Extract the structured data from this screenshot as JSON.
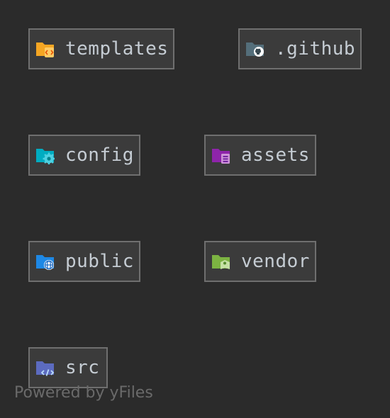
{
  "graph": {
    "nodes": [
      {
        "id": "templates",
        "label": "templates",
        "icon": "folder-templates-icon",
        "color": "#f5a623",
        "badge_color": "#ffcc66"
      },
      {
        "id": "github",
        "label": ".github",
        "icon": "folder-github-icon",
        "color": "#546e7a",
        "badge_color": "#ffffff"
      },
      {
        "id": "config",
        "label": "config",
        "icon": "folder-config-icon",
        "color": "#00acc1",
        "badge_color": "#4dd0e1"
      },
      {
        "id": "assets",
        "label": "assets",
        "icon": "folder-assets-icon",
        "color": "#8e24aa",
        "badge_color": "#ce93d8"
      },
      {
        "id": "public",
        "label": "public",
        "icon": "folder-public-icon",
        "color": "#1e88e5",
        "badge_color": "#ffffff"
      },
      {
        "id": "vendor",
        "label": "vendor",
        "icon": "folder-vendor-icon",
        "color": "#7cb342",
        "badge_color": "#c5e1a5"
      },
      {
        "id": "src",
        "label": "src",
        "icon": "folder-src-icon",
        "color": "#5c6bc0",
        "badge_color": "#bbdefb"
      }
    ]
  },
  "footer": {
    "watermark": "Powered by yFiles"
  }
}
